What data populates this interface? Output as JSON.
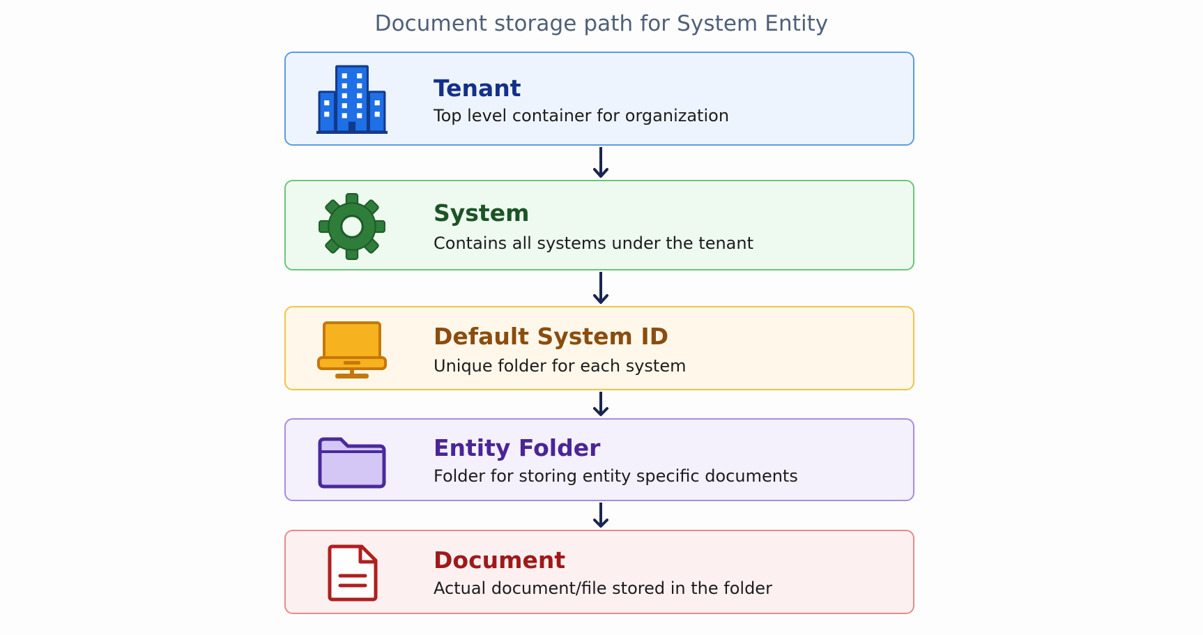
{
  "title": "Document storage path for System Entity",
  "levels": [
    {
      "name": "Tenant",
      "description": "Top level container for organization",
      "icon": "building-icon",
      "colors": {
        "border": "#5b9be0",
        "background": "#eef4fd",
        "title": "#13308a",
        "icon": "#1f6fe6",
        "icon_outline": "#123a8c"
      }
    },
    {
      "name": "System",
      "description": "Contains all systems under the tenant",
      "icon": "gear-icon",
      "colors": {
        "border": "#6cc479",
        "background": "#eef9ef",
        "title": "#1c5426",
        "icon": "#2e7d3a",
        "icon_outline": "#1f5a29"
      }
    },
    {
      "name": "Default System ID",
      "description": "Unique folder for each system",
      "icon": "computer-icon",
      "colors": {
        "border": "#f2c24a",
        "background": "#fff8ea",
        "title": "#8a4d0f",
        "icon": "#f7b21f",
        "icon_outline": "#c7770a"
      }
    },
    {
      "name": "Entity Folder",
      "description": "Folder for storing entity specific documents",
      "icon": "folder-icon",
      "colors": {
        "border": "#a88be0",
        "background": "#f4f0fc",
        "title": "#4a2596",
        "icon": "#d4c7f6",
        "icon_outline": "#4a2a9a"
      }
    },
    {
      "name": "Document",
      "description": "Actual document/file stored in the folder",
      "icon": "document-icon",
      "colors": {
        "border": "#e88a8a",
        "background": "#fdf0f0",
        "title": "#9e1a1a",
        "icon": "#ffffff",
        "icon_outline": "#b01f1f"
      }
    }
  ],
  "arrow_color": "#1a2550"
}
